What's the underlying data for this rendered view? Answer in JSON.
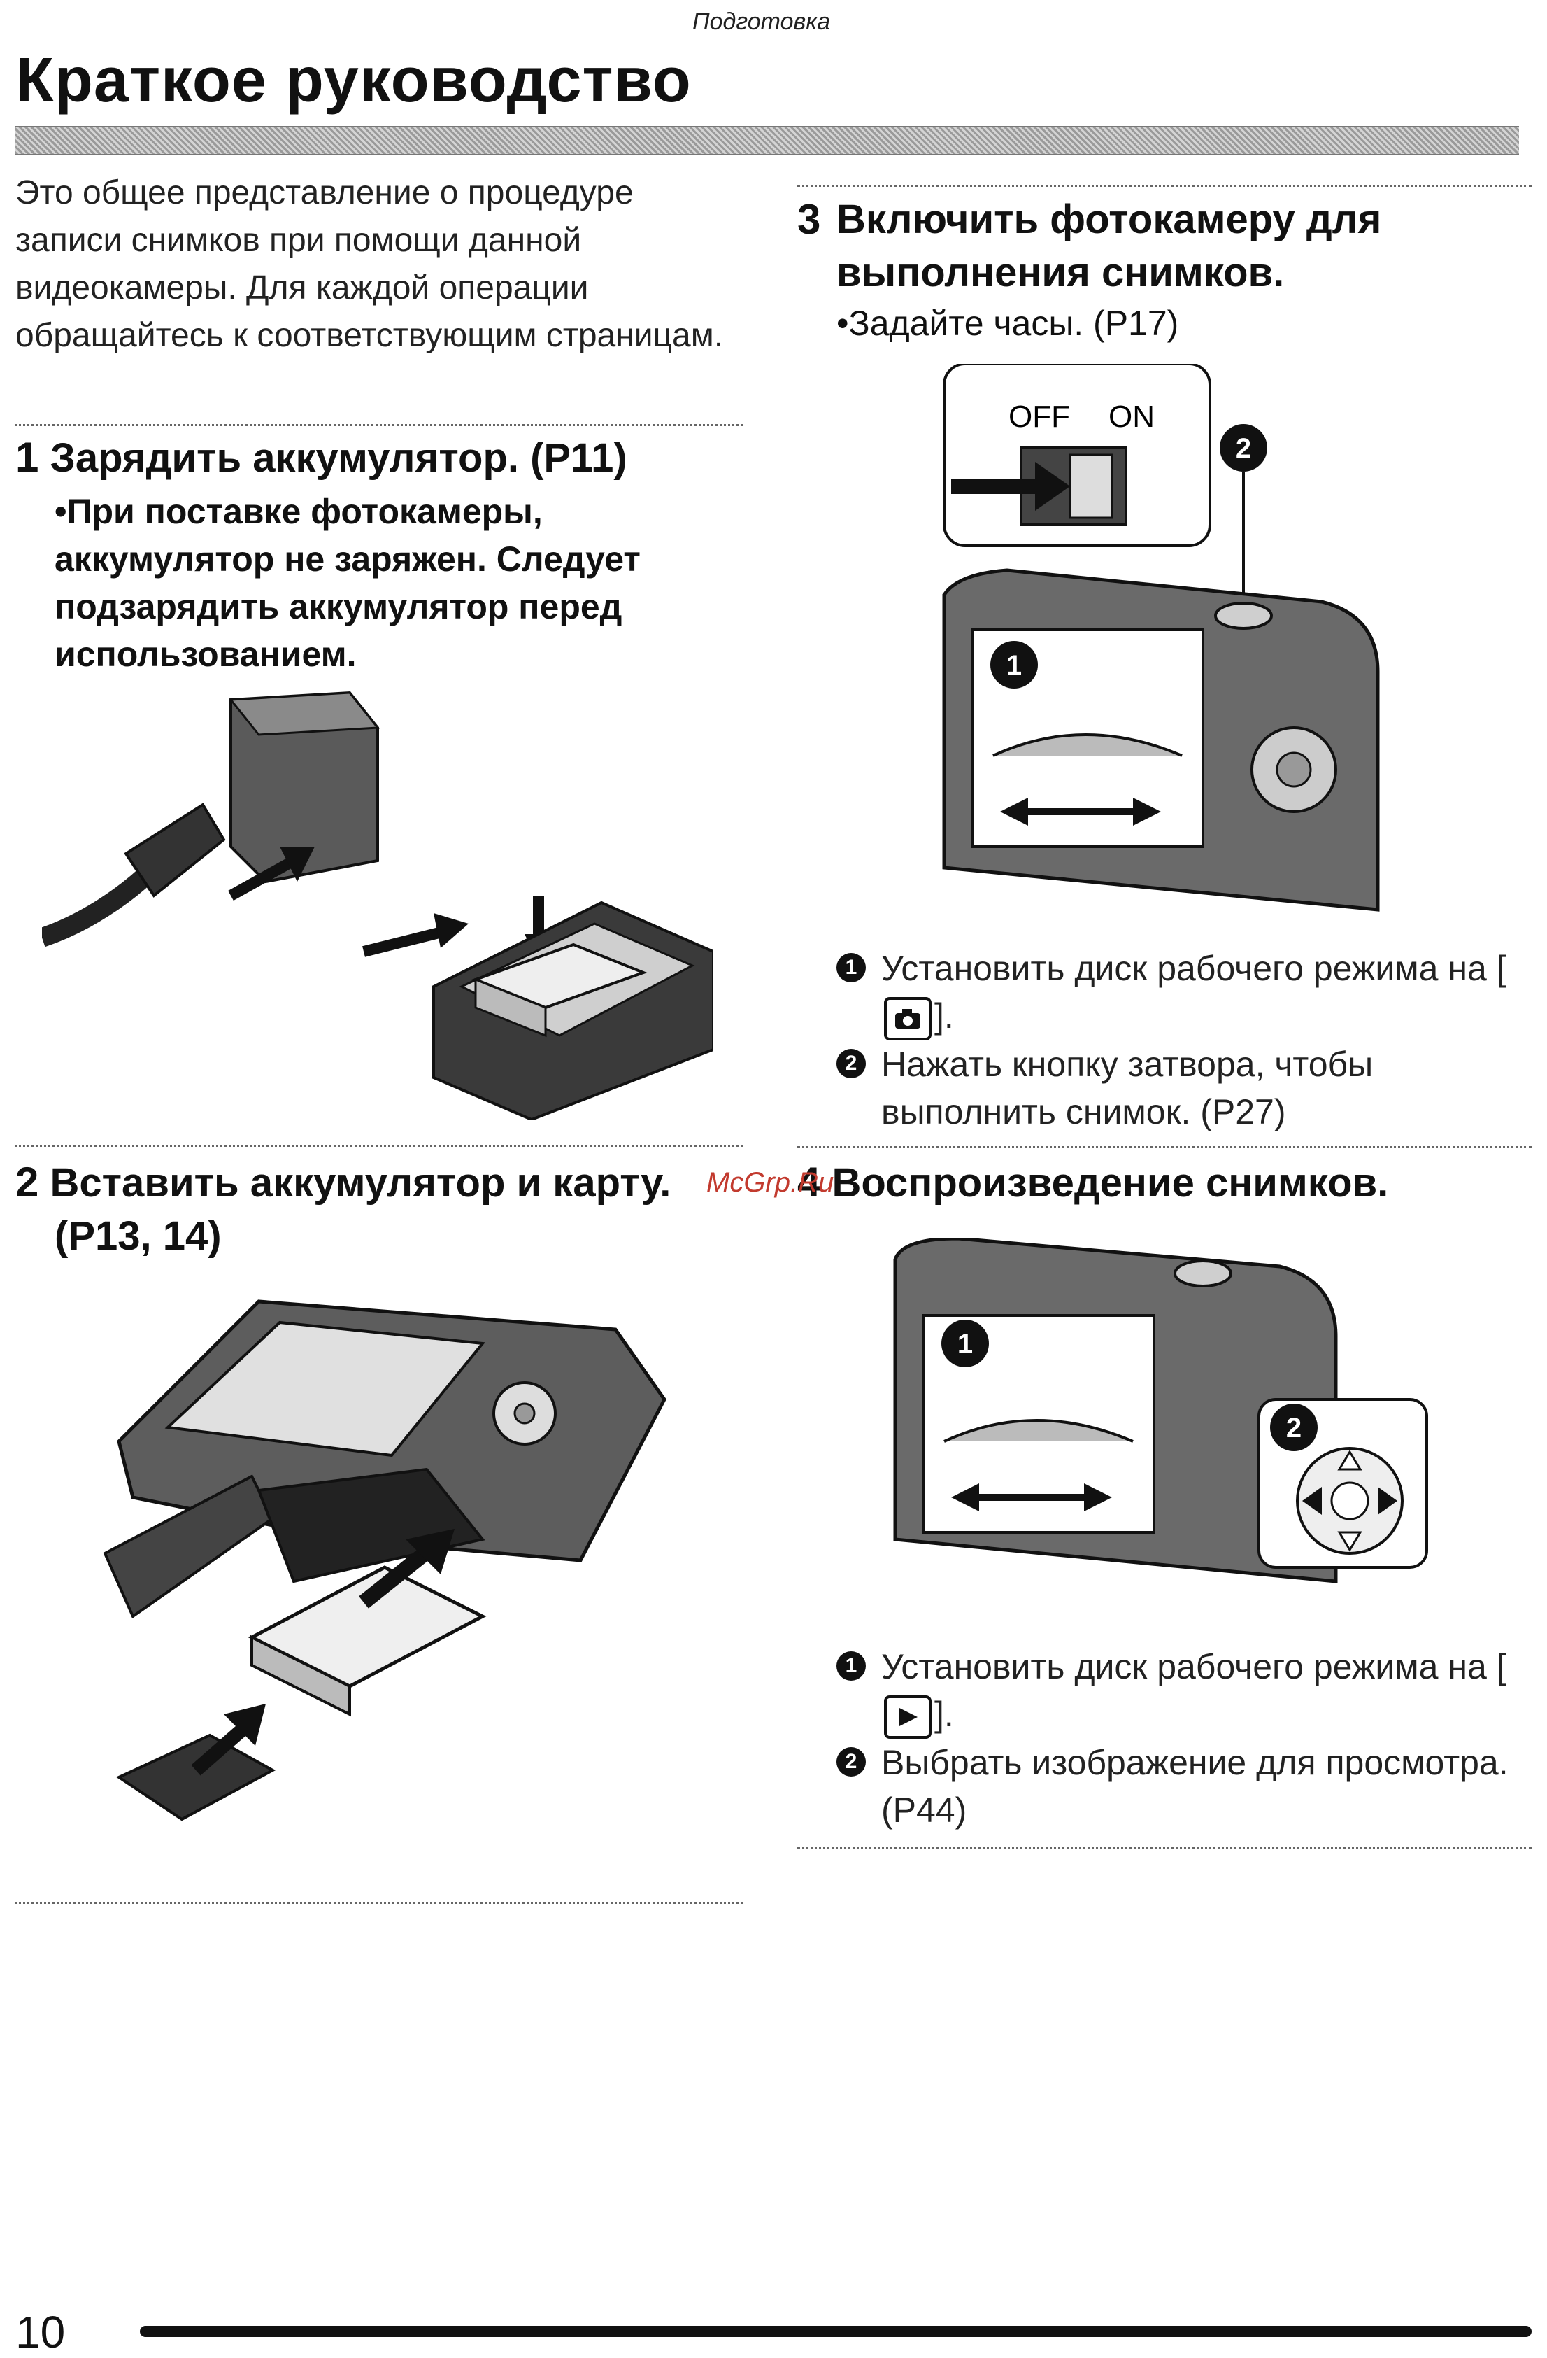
{
  "header": {
    "section": "Подготовка",
    "title": "Краткое руководство"
  },
  "intro": "Это общее представление о процедуре записи снимков при помощи данной видеокамеры. Для каждой операции обращайтесь к соответствующим страницам.",
  "steps": [
    {
      "num": "1",
      "title": "Зарядить аккумулятор. (P11)",
      "bullet": "•При поставке фотокамеры, аккумулятор не заряжен. Следует подзарядить аккумулятор перед использованием."
    },
    {
      "num": "2",
      "title": "Вставить аккумулятор и карту.",
      "title_ref": "(P13, 14)"
    },
    {
      "num": "3",
      "title": "Включить фотокамеру для выполнения снимков.",
      "bullet": "•Задайте часы. (P17)",
      "switch_off": "OFF",
      "switch_on": "ON",
      "items": [
        {
          "marker": "1",
          "before": "Установить диск рабочего режима на [",
          "icon": "camera-icon",
          "after": "]."
        },
        {
          "marker": "2",
          "text": "Нажать кнопку затвора, чтобы выполнить снимок. (P27)"
        }
      ]
    },
    {
      "num": "4",
      "title": "Воспроизведение снимков.",
      "items": [
        {
          "marker": "1",
          "before": "Установить диск рабочего режима на [",
          "icon": "play-icon",
          "after": "]."
        },
        {
          "marker": "2",
          "text": "Выбрать изображение для просмотра. (P44)"
        }
      ]
    }
  ],
  "callouts": {
    "one": "1",
    "two": "2"
  },
  "watermark": "McGrp.Ru",
  "page_number": "10"
}
